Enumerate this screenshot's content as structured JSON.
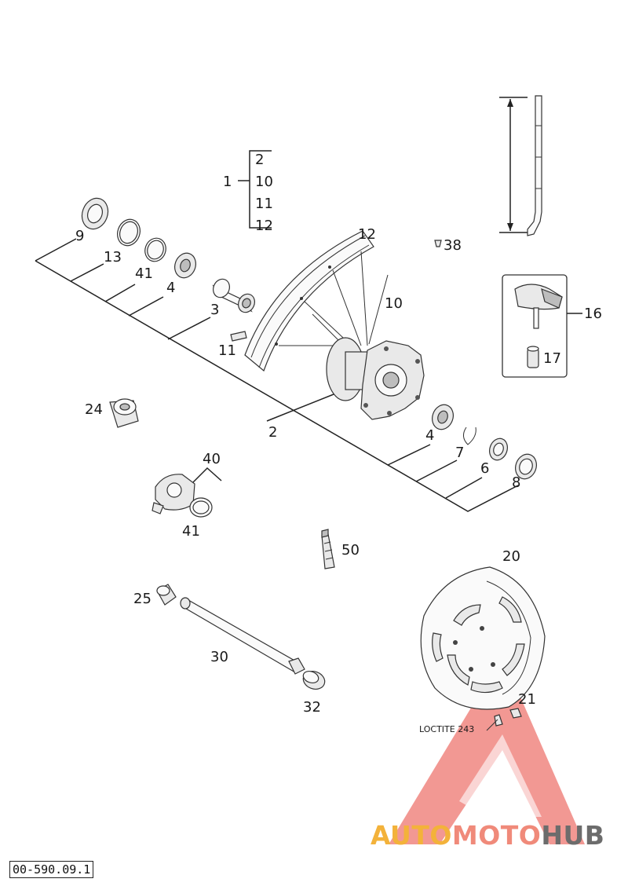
{
  "diagram": {
    "parts": [
      {
        "id": "p1",
        "label": "1"
      },
      {
        "id": "g2",
        "label": "2"
      },
      {
        "id": "g10",
        "label": "10"
      },
      {
        "id": "g11",
        "label": "11"
      },
      {
        "id": "g12",
        "label": "12"
      },
      {
        "id": "p9",
        "label": "9"
      },
      {
        "id": "p13",
        "label": "13"
      },
      {
        "id": "p41a",
        "label": "41"
      },
      {
        "id": "p4a",
        "label": "4"
      },
      {
        "id": "p3",
        "label": "3"
      },
      {
        "id": "p11",
        "label": "11"
      },
      {
        "id": "p12",
        "label": "12"
      },
      {
        "id": "p10",
        "label": "10"
      },
      {
        "id": "p38",
        "label": "38"
      },
      {
        "id": "p16",
        "label": "16"
      },
      {
        "id": "p17",
        "label": "17"
      },
      {
        "id": "p24",
        "label": "24"
      },
      {
        "id": "p2",
        "label": "2"
      },
      {
        "id": "p4b",
        "label": "4"
      },
      {
        "id": "p7",
        "label": "7"
      },
      {
        "id": "p6",
        "label": "6"
      },
      {
        "id": "p8",
        "label": "8"
      },
      {
        "id": "p40",
        "label": "40"
      },
      {
        "id": "p41b",
        "label": "41"
      },
      {
        "id": "p50",
        "label": "50"
      },
      {
        "id": "p20",
        "label": "20"
      },
      {
        "id": "p25",
        "label": "25"
      },
      {
        "id": "p30",
        "label": "30"
      },
      {
        "id": "p21",
        "label": "21"
      },
      {
        "id": "p32",
        "label": "32"
      }
    ],
    "loctite_note": "LOCTITE 243",
    "doc_ref": "00-590.09.1"
  },
  "watermark": {
    "part1": "AUTO",
    "part2": "MOTO",
    "part3": "HUB",
    "colors": {
      "auto": "#f3b23a",
      "moto": "#f08a7a",
      "hub": "#6c6c6c",
      "triangle": "#e8453c"
    }
  }
}
